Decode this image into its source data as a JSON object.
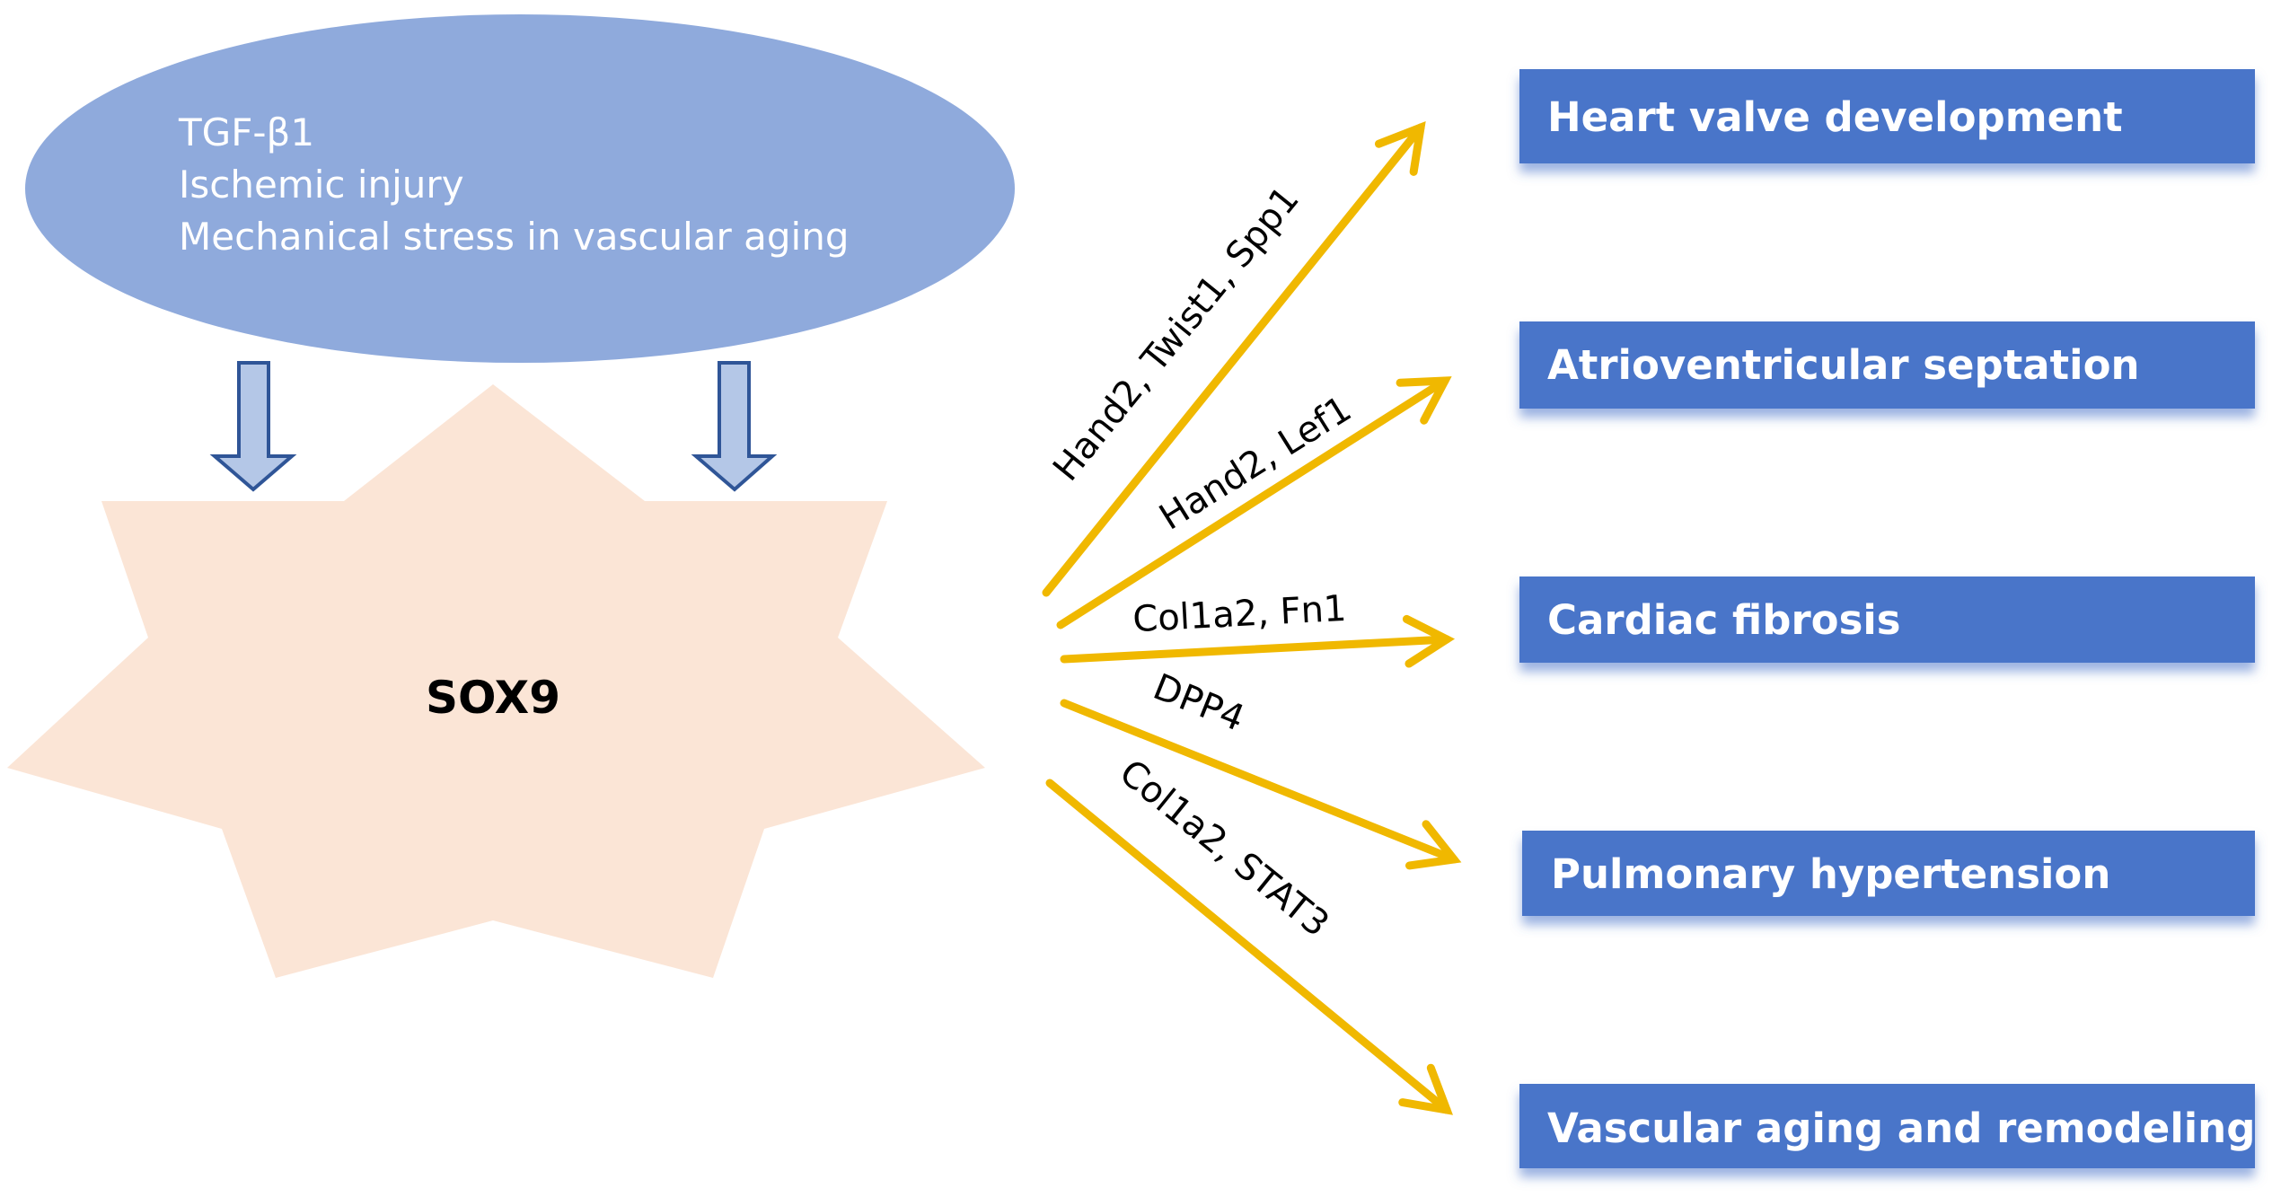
{
  "colors": {
    "stimulus_ellipse": "#8FAADC",
    "down_arrow_fill": "#B4C7E7",
    "down_arrow_stroke": "#2F5597",
    "center_star": "#FBE5D6",
    "pathway_arrow": "#F0B800",
    "outcome_box": "#4A74C9",
    "outcome_text": "#FFFFFF"
  },
  "stimuli": {
    "lines": [
      "TGF-β1",
      "Ischemic injury",
      "Mechanical stress in vascular aging"
    ]
  },
  "center": {
    "label": "SOX9"
  },
  "pathways": [
    {
      "genes": "Hand2, Twist1, Spp1",
      "outcome": "Heart valve development"
    },
    {
      "genes": "Hand2, Lef1",
      "outcome": "Atrioventricular septation"
    },
    {
      "genes": "Col1a2, Fn1",
      "outcome": "Cardiac fibrosis"
    },
    {
      "genes": "DPP4",
      "outcome": "Pulmonary hypertension"
    },
    {
      "genes": "Col1a2, STAT3",
      "outcome": "Vascular aging and remodeling"
    }
  ]
}
